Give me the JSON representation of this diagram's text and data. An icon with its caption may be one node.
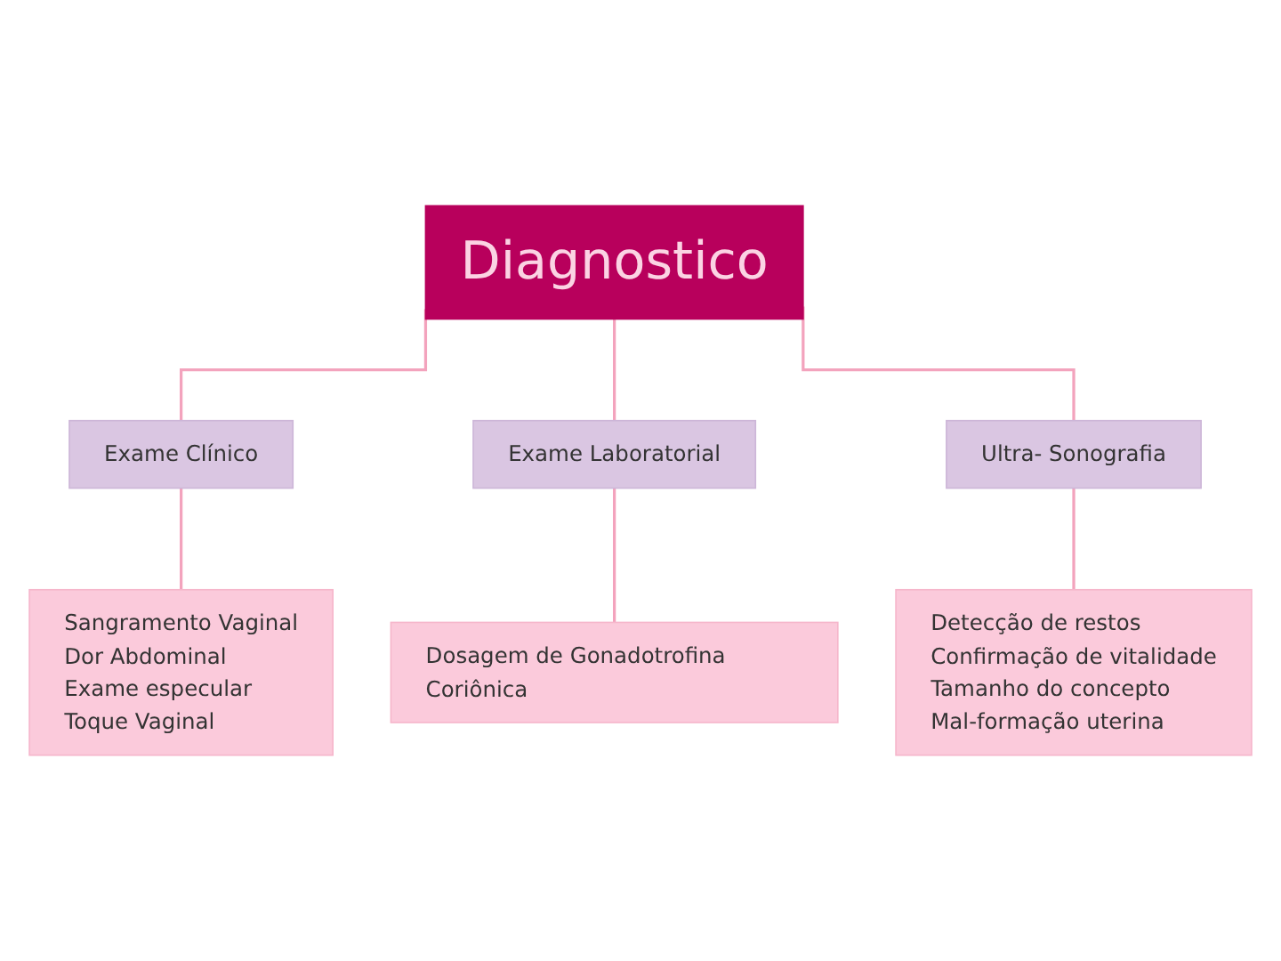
{
  "diagram": {
    "nodes": [
      {
        "text": [
          "Diagnostico"
        ]
      },
      {
        "text": [
          "Exame Clínico"
        ]
      },
      {
        "text": [
          "Exame Laboratorial"
        ]
      },
      {
        "text": [
          "Ultra- Sonografia"
        ]
      },
      {
        "text": [
          "Sangramento Vaginal",
          "Dor Abdominal",
          "Exame especular",
          "Toque Vaginal"
        ]
      },
      {
        "text": [
          "Dosagem de Gonadotrofina Coriônica"
        ]
      },
      {
        "text": [
          "Detecção de restos",
          "Confirmação de vitalidade",
          "Tamanho do concepto",
          "Mal-formação uterina"
        ]
      }
    ],
    "edges": [
      {
        "from": 0,
        "to": 1,
        "arrow": "none"
      },
      {
        "from": 0,
        "to": 2,
        "arrow": "none"
      },
      {
        "from": 0,
        "to": 3,
        "arrow": "none"
      },
      {
        "from": 1,
        "to": 4,
        "arrow": "none"
      },
      {
        "from": 2,
        "to": 5,
        "arrow": "none"
      },
      {
        "from": 3,
        "to": 6,
        "arrow": "none"
      }
    ]
  }
}
